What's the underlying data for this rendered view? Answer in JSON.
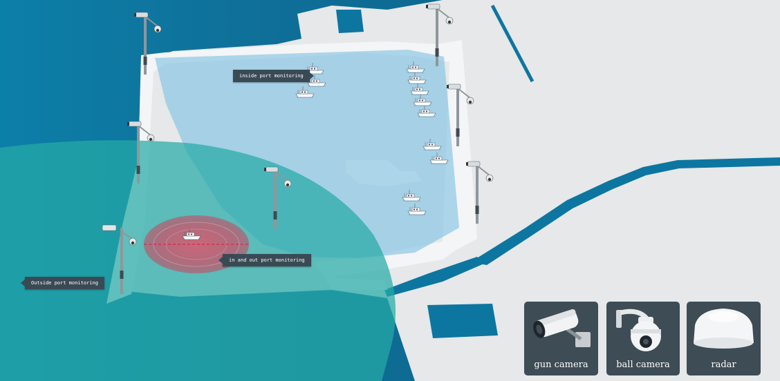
{
  "callouts": {
    "inside_port": "inside port monitoring",
    "in_out_port": "in and out port monitoring",
    "outside_port": "Outside port monitoring"
  },
  "legend": [
    {
      "label": "gun camera",
      "icon": "gun-camera-icon"
    },
    {
      "label": "ball camera",
      "icon": "ball-camera-icon"
    },
    {
      "label": "radar",
      "icon": "radar-icon"
    }
  ],
  "colors": {
    "sea_dark": "#0d7aa3",
    "sea_light": "#1d93b8",
    "land": "#e6e8e9",
    "pier": "#f4f5f6",
    "inside_zone": "#6fb8dc",
    "outside_zone": "#27a7a4",
    "radar_zone": "#d9506a",
    "card": "#3d4c55",
    "callout": "#3a4a55"
  }
}
